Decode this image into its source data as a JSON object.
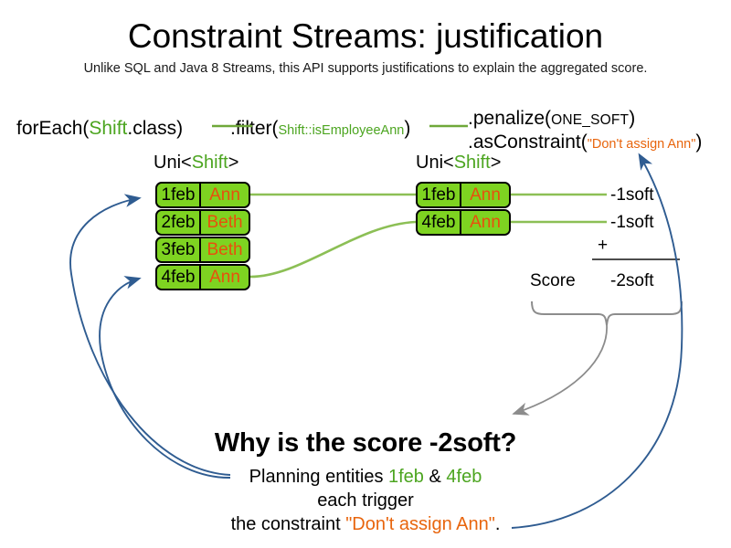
{
  "header": {
    "title": "Constraint Streams: justification",
    "subtitle": "Unlike SQL and Java 8 Streams, this API supports justifications to explain the aggregated score."
  },
  "code": {
    "foreach": {
      "method": "forEach(",
      "type": "Shift",
      "tail": ".class)"
    },
    "filter": {
      "method": ".filter(",
      "arg": "Shift::isEmployeeAnn",
      "tail": ")"
    },
    "penalize": {
      "method": ".penalize(",
      "arg": "ONE_SOFT",
      "tail": ")"
    },
    "asconstraint": {
      "method": ".asConstraint(",
      "arg": "\"Don't assign Ann\"",
      "tail": ")"
    }
  },
  "streams": {
    "left": {
      "label_prefix": "Uni<",
      "label_type": "Shift",
      "label_suffix": ">",
      "tuples": [
        {
          "date": "1feb",
          "name": "Ann"
        },
        {
          "date": "2feb",
          "name": "Beth"
        },
        {
          "date": "3feb",
          "name": "Beth"
        },
        {
          "date": "4feb",
          "name": "Ann"
        }
      ]
    },
    "right": {
      "label_prefix": "Uni<",
      "label_type": "Shift",
      "label_suffix": ">",
      "tuples": [
        {
          "date": "1feb",
          "name": "Ann",
          "penalty": "-1soft"
        },
        {
          "date": "4feb",
          "name": "Ann",
          "penalty": "-1soft"
        }
      ]
    }
  },
  "score": {
    "plus": "+",
    "label": "Score",
    "total": "-2soft"
  },
  "explanation": {
    "heading": "Why is the score -2soft?",
    "line1_prefix": "Planning entities ",
    "line1_entity_a": "1feb",
    "line1_amp": " & ",
    "line1_entity_b": "4feb",
    "line2": "each trigger",
    "line3_prefix": "the constraint ",
    "line3_constraint": "\"Don't assign Ann\"",
    "line3_suffix": "."
  },
  "colors": {
    "type_green": "#4ca520",
    "string_orange": "#e8650d",
    "box_green": "#7ed321",
    "name_orange": "#e8500d",
    "flow_green": "#8cbf55",
    "arrow_blue": "#2f5c91",
    "brace_gray": "#8c8c8c"
  }
}
